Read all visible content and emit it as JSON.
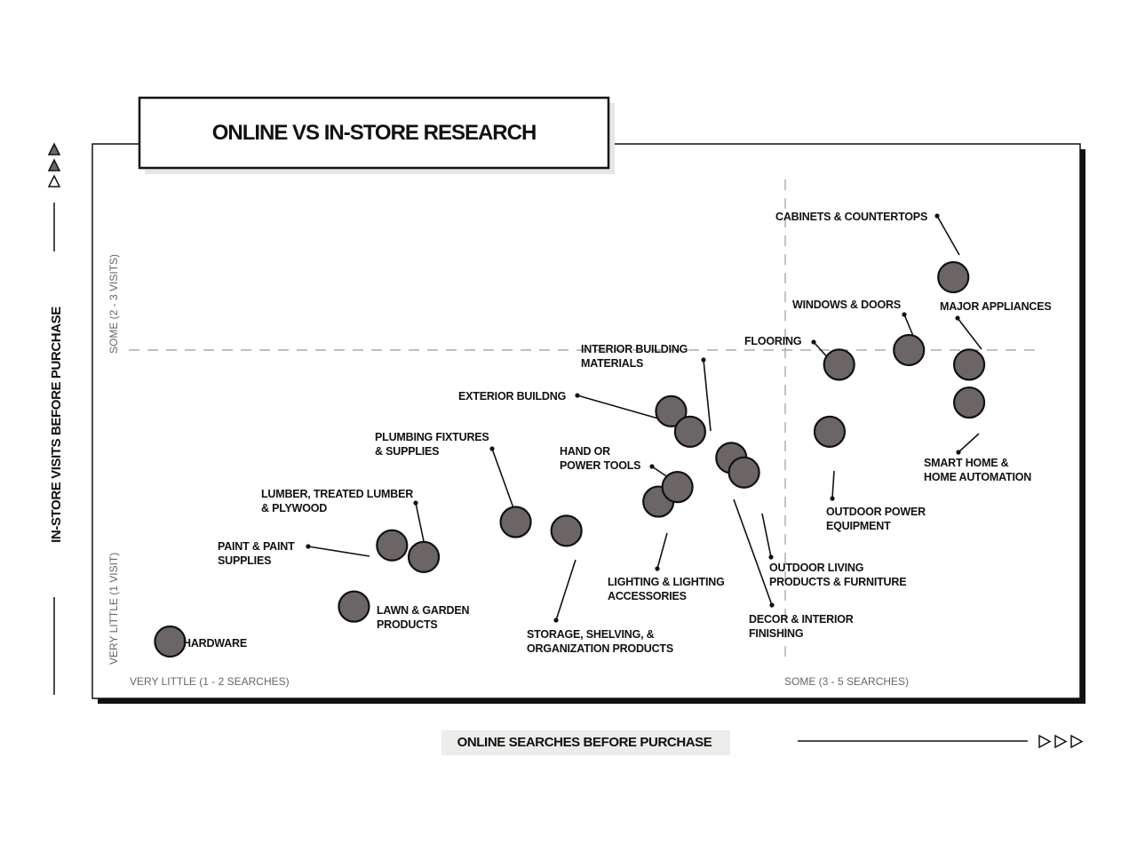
{
  "chart_data": {
    "type": "scatter",
    "title": "ONLINE VS IN-STORE RESEARCH",
    "xlabel": "ONLINE SEARCHES BEFORE PURCHASE",
    "ylabel": "IN-STORE VISITS BEFORE PURCHASE",
    "x_ticks": [
      "VERY LITTLE (1 - 2 SEARCHES)",
      "SOME (3 - 5 SEARCHES)"
    ],
    "y_ticks": [
      "VERY LITTLE (1 VISIT)",
      "SOME (2 - 3 VISITS)"
    ],
    "xlim": [
      1,
      5.4
    ],
    "ylim": [
      1,
      3.1
    ],
    "grid": false,
    "reference_lines": {
      "x": 3,
      "y": 2
    },
    "colors": {
      "marker": "#6b6566",
      "marker_edge": "#111111",
      "leader": "#111111",
      "reference": "#9a9a9a"
    },
    "points": [
      {
        "name": "HARDWARE",
        "x": 1.06,
        "y": 1.0
      },
      {
        "name": "LAWN & GARDEN PRODUCTS",
        "x": 1.64,
        "y": 1.12
      },
      {
        "name": "PAINT & PAINT SUPPLIES",
        "x": 1.76,
        "y": 1.33
      },
      {
        "name": "LUMBER, TREATED LUMBER & PLYWOOD",
        "x": 1.86,
        "y": 1.29
      },
      {
        "name": "PLUMBING FIXTURES & SUPPLIES",
        "x": 2.15,
        "y": 1.41
      },
      {
        "name": "STORAGE, SHELVING, & ORGANIZATION PRODUCTS",
        "x": 2.31,
        "y": 1.38
      },
      {
        "name": "LIGHTING & LIGHTING ACCESSORIES",
        "x": 2.6,
        "y": 1.48
      },
      {
        "name": "HAND OR POWER TOOLS",
        "x": 2.66,
        "y": 1.53
      },
      {
        "name": "EXTERIOR BUILDNG",
        "x": 2.64,
        "y": 1.79
      },
      {
        "name": "INTERIOR BUILDING MATERIALS",
        "x": 2.7,
        "y": 1.72
      },
      {
        "name": "DECOR & INTERIOR FINISHING",
        "x": 2.83,
        "y": 1.63
      },
      {
        "name": "OUTDOOR LIVING PRODUCTS & FURNITURE",
        "x": 2.87,
        "y": 1.58
      },
      {
        "name": "OUTDOOR POWER EQUIPMENT",
        "x": 3.14,
        "y": 1.72
      },
      {
        "name": "FLOORING",
        "x": 3.17,
        "y": 1.95
      },
      {
        "name": "WINDOWS & DOORS",
        "x": 3.39,
        "y": 2.0
      },
      {
        "name": "MAJOR APPLIANCES",
        "x": 3.58,
        "y": 1.95
      },
      {
        "name": "SMART HOME & HOME AUTOMATION",
        "x": 3.58,
        "y": 1.82
      },
      {
        "name": "CABINETS & COUNTERTOPS",
        "x": 3.53,
        "y": 2.25
      }
    ]
  }
}
